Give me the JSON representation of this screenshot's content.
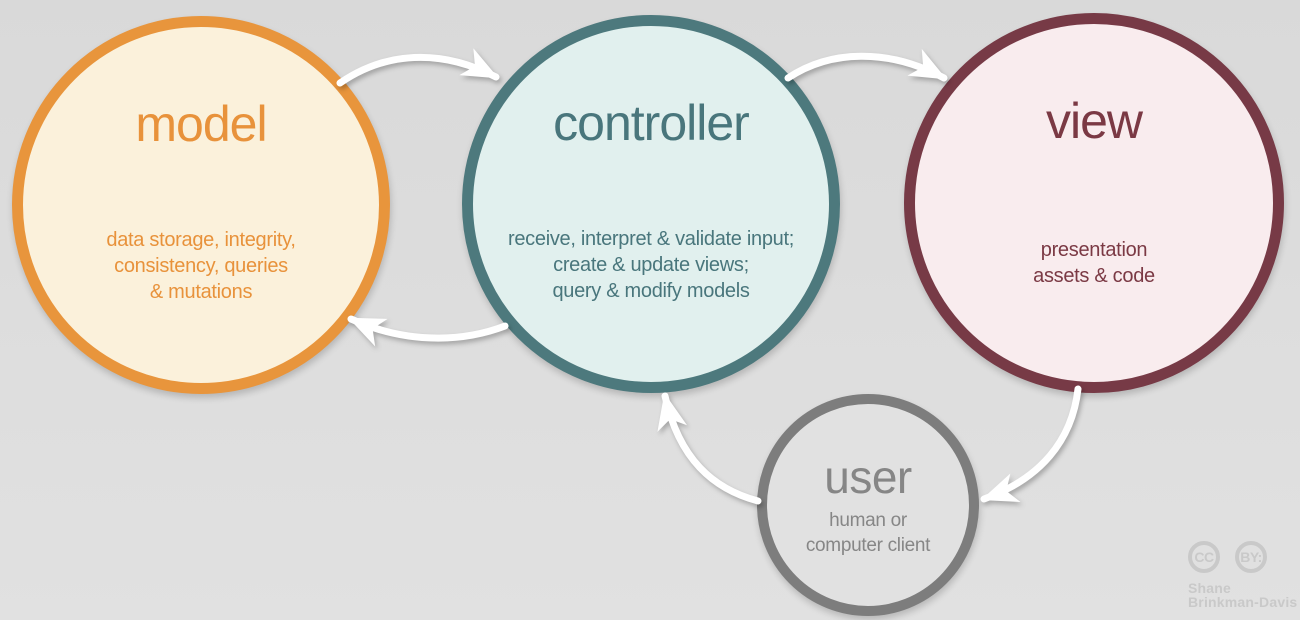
{
  "canvas": {
    "background_top": "#d9d9d9",
    "background_bottom": "#e1e1e1"
  },
  "nodes": {
    "model": {
      "label": "model",
      "description": "data storage, integrity,\nconsistency, queries\n& mutations",
      "border_color": "#e8953c",
      "fill_color": "#fbf1db",
      "text_color": "#e8923b"
    },
    "controller": {
      "label": "controller",
      "description": "receive, interpret & validate input;\ncreate & update views;\nquery & modify models",
      "border_color": "#4d797d",
      "fill_color": "#e1f0ee",
      "text_color": "#49767c"
    },
    "view": {
      "label": "view",
      "description": "presentation\nassets & code",
      "border_color": "#773a46",
      "fill_color": "#f9ecee",
      "text_color": "#7b3944"
    },
    "user": {
      "label": "user",
      "description": "human or\ncomputer client",
      "border_color": "#7d7d7d",
      "fill_color": "#e1e1e1",
      "text_color": "#868686"
    }
  },
  "arrows": {
    "color": "#ffffff",
    "items": [
      {
        "name": "model-to-controller"
      },
      {
        "name": "controller-to-view"
      },
      {
        "name": "controller-to-model"
      },
      {
        "name": "view-to-user"
      },
      {
        "name": "user-to-controller"
      }
    ]
  },
  "attribution": {
    "cc_badge": "CC",
    "by_badge": "BY:",
    "author_line1": "Shane",
    "author_line2": "Brinkman-Davis",
    "color": "#c9c9c9"
  }
}
